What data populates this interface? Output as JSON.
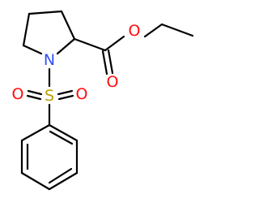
{
  "molecule": {
    "atoms": {
      "nitrogen": {
        "symbol": "N",
        "color": "#3050F8"
      },
      "sulfur": {
        "symbol": "S",
        "color": "#B8A000"
      },
      "sulfonyl_oxygen_left": {
        "symbol": "O",
        "color": "#FF0D0D"
      },
      "sulfonyl_oxygen_right": {
        "symbol": "O",
        "color": "#FF0D0D"
      },
      "carbonyl_oxygen": {
        "symbol": "O",
        "color": "#FF0D0D"
      },
      "ester_oxygen": {
        "symbol": "O",
        "color": "#FF0D0D"
      }
    },
    "bond_color": "#000000",
    "background": "#FFFFFF"
  }
}
